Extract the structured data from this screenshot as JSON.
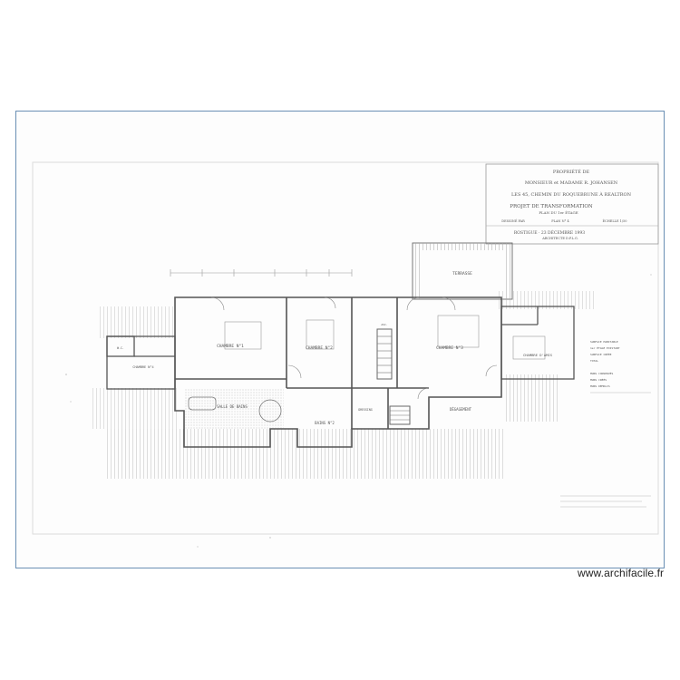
{
  "title_block": {
    "line1": "PROPRIÉTÉ DE",
    "line2": "MONSIEUR et MADAME R. JOHANSEN",
    "line3": "LES 45, CHEMIN DU ROQUEBRUNE À REALTRON",
    "project": "PROJET DE TRANSFORMATION",
    "plan_of": "PLAN DU 1er ÉTAGE",
    "meta_left": "DESSINÉ PAR",
    "meta_mid": "PLAN N° 4",
    "meta_right": "ÉCHELLE 1/50",
    "stamp": "ROSTIGUE · 23 DÉCEMBRE 1993",
    "stamp2": "ARCHITECTE D.P.L.G."
  },
  "rooms": {
    "chambre1": "CHAMBRE N°1",
    "chambre2": "CHAMBRE N°2",
    "chambre3": "CHAMBRE N°3",
    "chambre4": "CHAMBRE N°4",
    "salle_bain": "SALLE DE BAINS",
    "bains2": "BAINS N°2",
    "terrasse": "TERRASSE",
    "chambre5": "CHAMBRE D'AMIS",
    "degagement": "DÉGAGEMENT",
    "ascenseur": "ASC.",
    "wc": "W.C.",
    "dressing": "DRESSING"
  },
  "notes": {
    "note1": "SURFACE HABITABLE",
    "note2": "1er ÉTAGE EXISTANT",
    "note3": "SURFACE CRÉÉE",
    "note4": "TOTAL",
    "note5": "MURS CONSERVÉS",
    "note6": "MURS CRÉÉS",
    "note7": "MURS DÉMOLIS"
  },
  "colors": {
    "line": "#666666",
    "hatch": "#9a9a9a",
    "frame": "#6a8fb4"
  },
  "watermark": "www.archifacile.fr"
}
